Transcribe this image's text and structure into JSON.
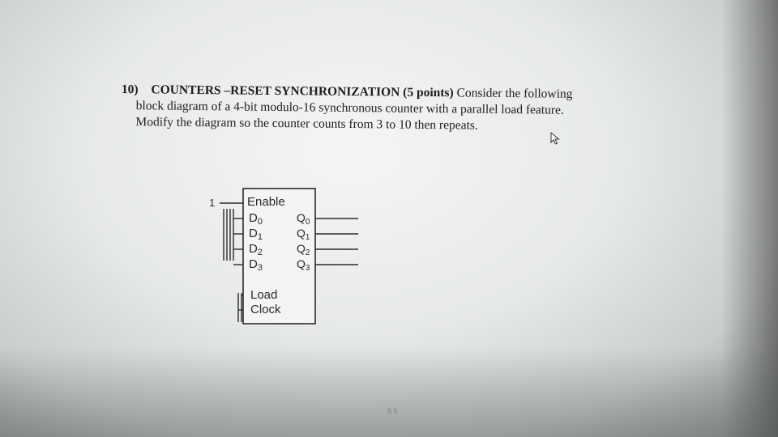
{
  "question": {
    "number": "10)",
    "title": "COUNTERS –RESET SYNCHRONIZATION",
    "points": "(5 points)",
    "line1_rest": "Consider the following",
    "line2": "block diagram of a 4-bit modulo-16 synchronous counter with a parallel load feature.",
    "line3": "Modify the diagram so the counter counts from 3 to 10 then repeats."
  },
  "diagram": {
    "enable_input_value": "1",
    "enable_label": "Enable",
    "data_inputs": [
      {
        "base": "D",
        "sub": "0"
      },
      {
        "base": "D",
        "sub": "1"
      },
      {
        "base": "D",
        "sub": "2"
      },
      {
        "base": "D",
        "sub": "3"
      }
    ],
    "outputs": [
      {
        "base": "Q",
        "sub": "0"
      },
      {
        "base": "Q",
        "sub": "1"
      },
      {
        "base": "Q",
        "sub": "2"
      },
      {
        "base": "Q",
        "sub": "3"
      }
    ],
    "load_label": "Load",
    "clock_label": "Clock"
  },
  "footer": {
    "page_number": "5 5"
  },
  "icons": {
    "cursor": "mouse-pointer-icon"
  }
}
